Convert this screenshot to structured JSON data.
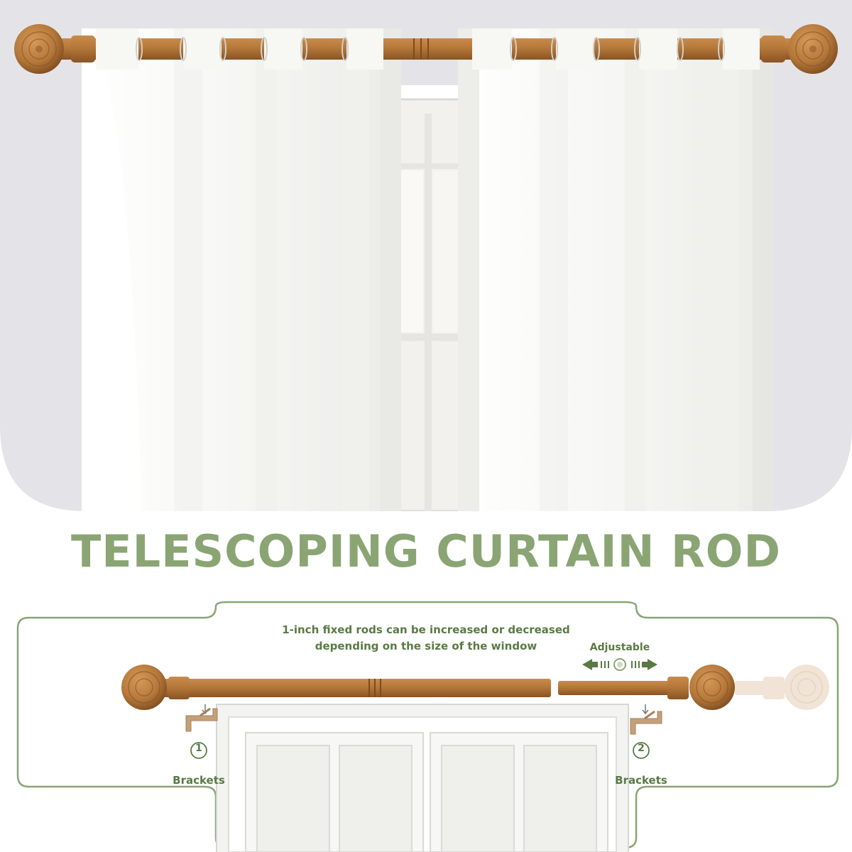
{
  "headline": "TELESCOPING CURTAIN ROD",
  "diagram": {
    "caption_line1": "1-inch fixed rods can be increased or decreased",
    "caption_line2": "depending on the size of the window",
    "adjustable_label": "Adjustable",
    "bracket_left": {
      "number": "①",
      "label": "Brackets"
    },
    "bracket_right": {
      "number": "②",
      "label": "Brackets"
    }
  },
  "colors": {
    "accent_green": "#8aa573",
    "dark_green": "#5a7a45",
    "wood": "#b5783a",
    "wood_dark": "#8a5424",
    "curtain": "#f9f9f7",
    "wall": "#e4e4e8",
    "bracket": "#c4a07a"
  }
}
